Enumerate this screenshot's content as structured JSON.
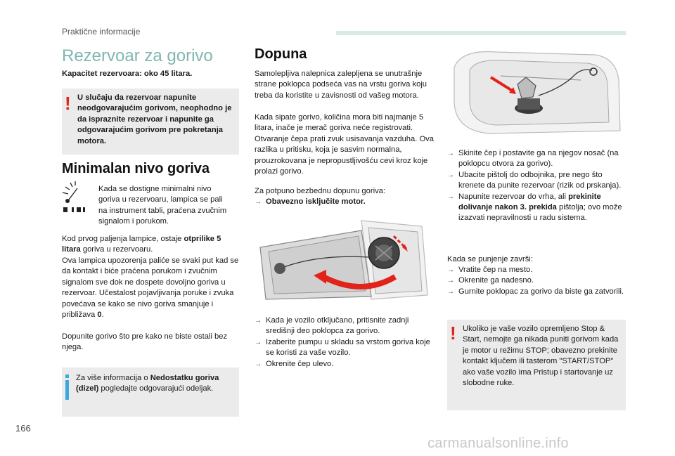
{
  "header": {
    "section": "Praktične informacije"
  },
  "page_number": "166",
  "watermark": "carmanualsonline.info",
  "left": {
    "title": "Rezervoar za gorivo",
    "capacity": "Kapacitet rezervoara: oko 45 litara.",
    "warning": "U slučaju da rezervoar napunite neodgovarajućim gorivom, neophodno je da ispraznite rezervoar i napunite ga odgovarajućim gorivom pre pokretanja motora.",
    "min_title": "Minimalan nivo goriva",
    "min_lamp_text": "Kada se dostigne minimalni nivo goriva u rezervoaru, lampica se pali na instrument tabli, praćena zvučnim signalom i porukom.",
    "p1_a": "Kod prvog paljenja lampice, ostaje ",
    "p1_b": "otprilike 5 litara",
    "p1_c": " goriva u rezervoaru.",
    "p2_a": "Ova lampica upozorenja paliće se svaki put kad se da kontakt i biće praćena porukom i zvučnim signalom sve dok ne dospete dovoljno goriva u rezervoar. Učestalost pojavljivanja poruke i zvuka povećava se kako se nivo goriva smanjuje i približava ",
    "p2_b": "0",
    "p2_c": ".",
    "p3": "Dopunite gorivo što pre kako ne biste ostali bez njega.",
    "info_a": "Za više informacija o ",
    "info_b": "Nedostatku goriva (dizel)",
    "info_c": " pogledajte odgovarajući odeljak."
  },
  "middle": {
    "title": "Dopuna",
    "p1": "Samolepljiva nalepnica zalepljena se unutrašnje strane poklopca podseća vas na vrstu goriva koju treba da koristite u zavisnosti od vašeg motora.",
    "p2": "Kada sipate gorivo, količina mora biti najmanje 5 litara, inače je merač goriva neće registrovati.",
    "p3": "Otvaranje čepa prati zvuk usisavanja vazduha. Ova razlika u pritisku, koja je sasvim normalna, prouzrokovana je nepropustljivošću cevi kroz koje prolazi gorivo.",
    "p4": "Za potpuno bezbednu dopunu goriva:",
    "p5": "Obavezno isključite motor.",
    "steps": [
      "Kada je vozilo otključano, pritisnite zadnji središnji deo poklopca za gorivo.",
      "Izaberite pumpu u skladu sa vrstom goriva koje se koristi za vaše vozilo.",
      "Okrenite čep ulevo."
    ]
  },
  "right": {
    "steps": [
      {
        "a": "Skinite čep i postavite ga na njegov nosač (na poklopcu otvora za gorivo).",
        "b": "",
        "c": ""
      },
      {
        "a": "Ubacite pištolj do odbojnika, pre nego što krenete da punite rezervoar (rizik od prskanja).",
        "b": "",
        "c": ""
      },
      {
        "a": "Napunite rezervoar do vrha, ali ",
        "b": "prekinite dolivanje nakon 3. prekida",
        "c": " pištolja; ovo može izazvati nepravilnosti u radu sistema."
      }
    ],
    "done_title": "Kada se punjenje završi:",
    "done_steps": [
      "Vratite čep na mesto.",
      "Okrenite ga nadesno.",
      "Gurnite poklopac za gorivo da biste ga zatvorili."
    ],
    "warning": "Ukoliko je vaše vozilo opremljeno Stop & Start, nemojte ga nikada puniti gorivom kada je motor u režimu STOP; obavezno prekinite kontakt ključem ili tasterom \"START/STOP\" ako vaše vozilo ima Pristup i startovanje uz slobodne ruke."
  },
  "colors": {
    "accent": "#7fb7b0",
    "warning": "#e2231a",
    "info": "#3da8e0",
    "box": "#ebebeb"
  }
}
